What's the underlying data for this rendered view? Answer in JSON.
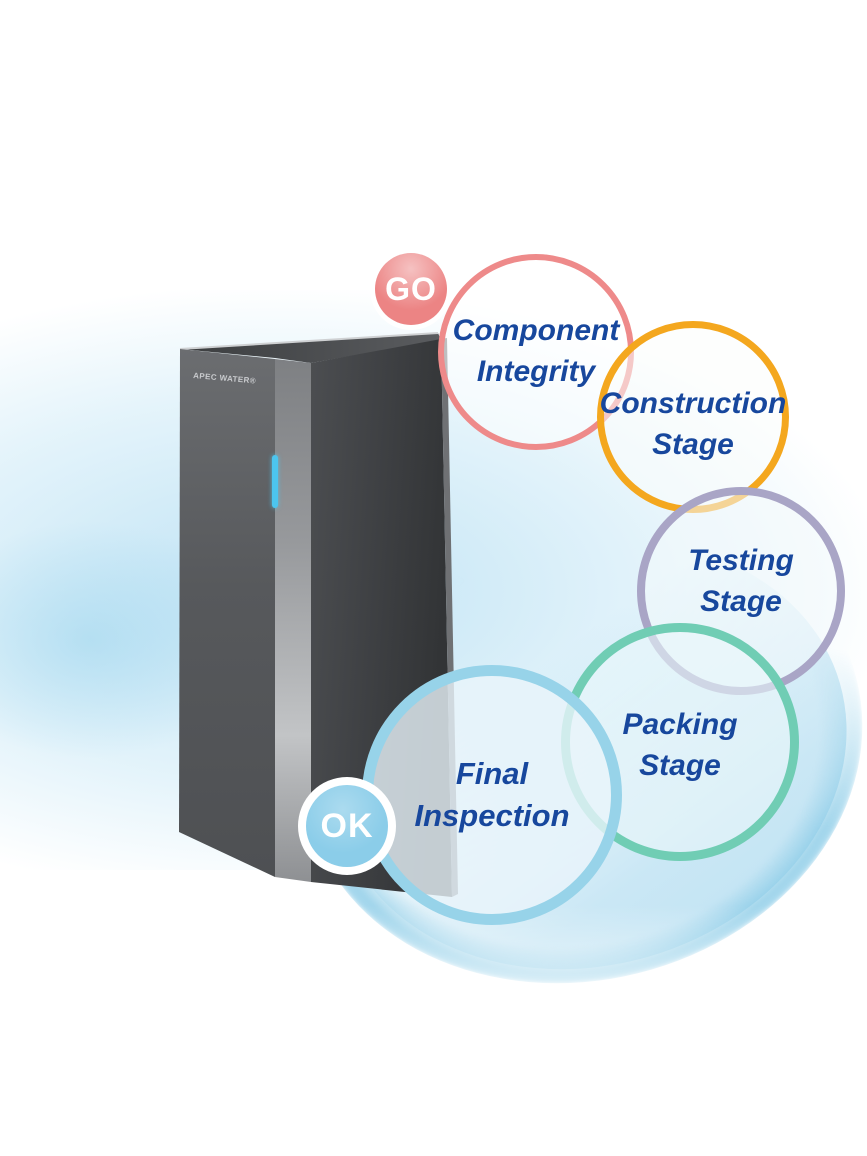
{
  "device": {
    "brand_label": "APEC WATER®",
    "led_color": "#4cc5ef"
  },
  "badges": {
    "go": {
      "label": "GO",
      "color": "#ec8484",
      "ring_color": "#ffffff",
      "text_color": "#ffffff"
    },
    "ok": {
      "label": "OK",
      "color": "#8bcde9",
      "ring_color": "#ffffff",
      "text_color": "#ffffff"
    }
  },
  "stages": {
    "component": {
      "line1": "Component",
      "line2": "Integrity",
      "border_color": "#ee8a8a",
      "fill": "rgba(255,255,255,0.55)"
    },
    "construction": {
      "line1": "Construction",
      "line2": "Stage",
      "border_color": "#f4a71e",
      "fill": "rgba(252,253,251,0.55)"
    },
    "testing": {
      "line1": "Testing",
      "line2": "Stage",
      "border_color": "#a9a5c6",
      "fill": "rgba(244,249,252,0.55)"
    },
    "packing": {
      "line1": "Packing",
      "line2": "Stage",
      "border_color": "#70cdb4",
      "fill": "rgba(234,246,250,0.60)"
    },
    "final": {
      "line1": "Final",
      "line2": "Inspection",
      "border_color": "#97d3e9",
      "fill": "rgba(233,244,250,0.80)"
    }
  },
  "label_text_color": "#17479d"
}
